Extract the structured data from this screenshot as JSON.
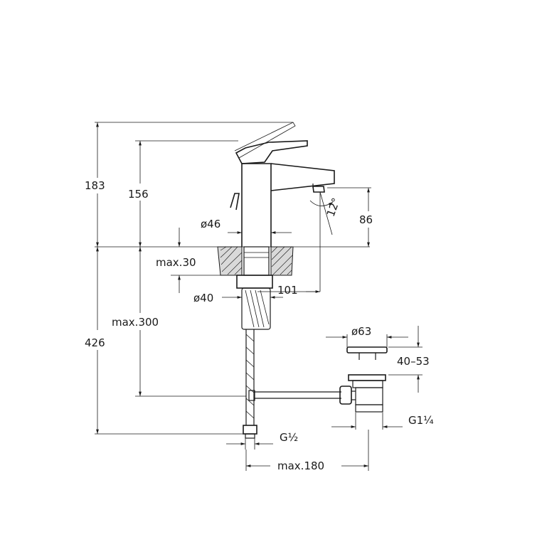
{
  "dimensions": {
    "total_height": "183",
    "spout_height": "156",
    "body_diameter": "ø46",
    "outlet_height": "86",
    "spout_angle": "12°",
    "max_counter_thickness": "max.30",
    "hole_diameter": "ø40",
    "projection": "101",
    "below_counter": "426",
    "max_hose_length": "max.300",
    "waste_diameter": "ø63",
    "waste_range": "40–53",
    "waste_thread": "G1¼",
    "supply_thread": "G½",
    "max_distance": "max.180"
  }
}
